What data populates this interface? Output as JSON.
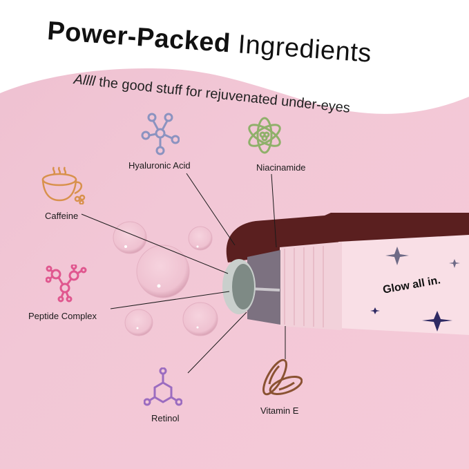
{
  "header": {
    "title_bold": "Power-Packed",
    "title_light": "Ingredients",
    "subtitle_emphasis": "Allll",
    "subtitle_rest": " the good stuff for rejuvenated under-eyes"
  },
  "ingredients": [
    {
      "name": "Hyaluronic Acid",
      "icon": "molecule-network-icon",
      "color": "#8b93c0"
    },
    {
      "name": "Niacinamide",
      "icon": "atom-icon",
      "color": "#8fb06a"
    },
    {
      "name": "Caffeine",
      "icon": "coffee-cup-icon",
      "color": "#d8914c"
    },
    {
      "name": "Peptide Complex",
      "icon": "peptide-molecule-icon",
      "color": "#e0578f"
    },
    {
      "name": "Retinol",
      "icon": "hexagon-molecule-icon",
      "color": "#9b6cc0"
    },
    {
      "name": "Vitamin E",
      "icon": "softgel-capsules-icon",
      "color": "#8a5232"
    }
  ],
  "product": {
    "tagline": "Glow all in."
  },
  "colors": {
    "background_pink": "#f1c6d3",
    "top_band": "#ffffff",
    "text": "#111111"
  }
}
